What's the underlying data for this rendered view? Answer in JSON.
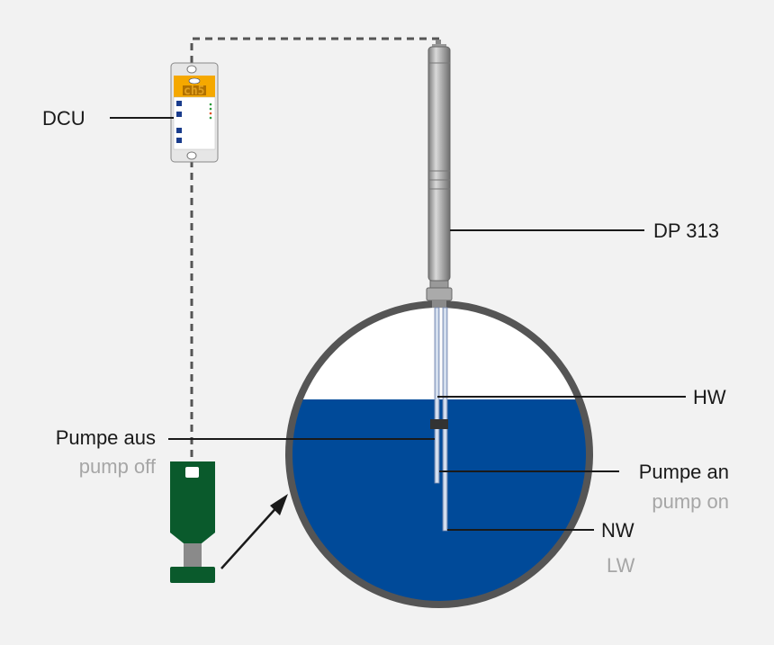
{
  "labels": {
    "dcu": "DCU",
    "probe": "DP 313",
    "hw": "HW",
    "pump_off_de": "Pumpe aus",
    "pump_off_en": "pump off",
    "pump_on_de": "Pumpe an",
    "pump_on_en": "pump on",
    "lw_de": "NW",
    "lw_en": "LW"
  },
  "dcu_display": "ch5",
  "colors": {
    "background": "#f2f2f2",
    "water": "#004a99",
    "tank_wall": "#555555",
    "pump": "#0a5a2c",
    "dcu_accent": "#f5a800",
    "label": "#1a1a1a",
    "sublabel": "#a6a6a6"
  },
  "icons": [
    "float-switch-icon",
    "dcu-controller-icon",
    "probe-icon"
  ]
}
